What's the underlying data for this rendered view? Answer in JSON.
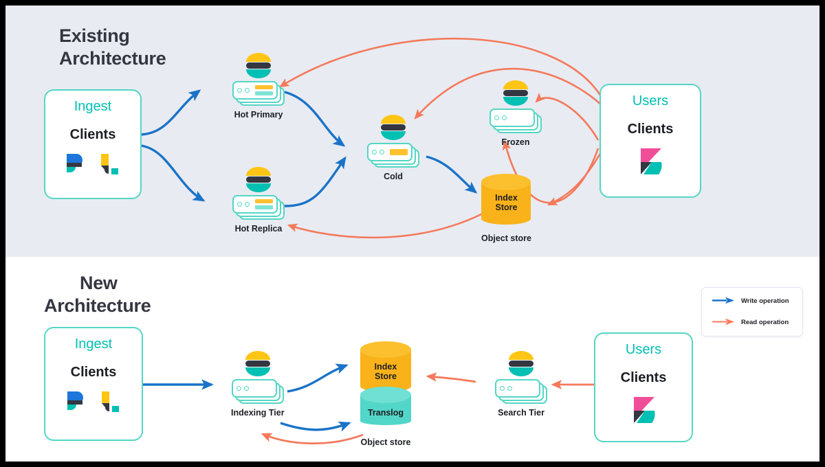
{
  "colors": {
    "panel_top_bg": "#e8ebf2",
    "panel_bottom_bg": "#ffffff",
    "outer_border": "#000000",
    "write_arrow": "#1a73c8",
    "read_arrow": "#f4795b",
    "teal_border": "#54d6c4",
    "teal_title": "#00bfb3",
    "index_store_fill": "#f9b219",
    "translog_fill": "#52d6c8",
    "es_yellow": "#fec514",
    "es_dark": "#343741",
    "es_teal": "#00bfb3",
    "text_dark": "#1d1e24"
  },
  "sections": {
    "existing": {
      "title_line1": "Existing",
      "title_line2": "Architecture"
    },
    "new": {
      "title_line1": "New",
      "title_line2": "Architecture"
    }
  },
  "existing": {
    "ingest_box": {
      "title": "Ingest",
      "subtitle": "Clients",
      "logos": [
        "beats-logo",
        "logstash-logo"
      ]
    },
    "users_box": {
      "title": "Users",
      "subtitle": "Clients",
      "logos": [
        "kibana-logo"
      ]
    },
    "nodes": [
      {
        "id": "hot-primary",
        "label": "Hot Primary",
        "bars": [
          "yellow",
          "teal"
        ]
      },
      {
        "id": "hot-replica",
        "label": "Hot Replica",
        "bars": [
          "yellow",
          "teal"
        ]
      },
      {
        "id": "cold",
        "label": "Cold",
        "bars": [
          "yellow"
        ]
      },
      {
        "id": "frozen",
        "label": "Frozen",
        "bars": []
      }
    ],
    "stores": [
      {
        "id": "index-store",
        "label_line1": "Index",
        "label_line2": "Store",
        "caption": "Object store",
        "fill": "#f9b219"
      }
    ]
  },
  "new": {
    "ingest_box": {
      "title": "Ingest",
      "subtitle": "Clients",
      "logos": [
        "beats-logo",
        "logstash-logo"
      ]
    },
    "users_box": {
      "title": "Users",
      "subtitle": "Clients",
      "logos": [
        "kibana-logo"
      ]
    },
    "nodes": [
      {
        "id": "indexing-tier",
        "label": "Indexing Tier",
        "bars": []
      },
      {
        "id": "search-tier",
        "label": "Search Tier",
        "bars": []
      }
    ],
    "stores": [
      {
        "id": "index-store",
        "label_line1": "Index",
        "label_line2": "Store",
        "fill": "#f9b219"
      },
      {
        "id": "translog",
        "label_line1": "Translog",
        "label_line2": "",
        "fill": "#52d6c8"
      }
    ],
    "store_caption": "Object store"
  },
  "legend": {
    "items": [
      {
        "icon": "arrow-right-icon",
        "label": "Write operation",
        "color": "#1a73c8"
      },
      {
        "icon": "arrow-right-icon",
        "label": "Read operation",
        "color": "#f4795b"
      }
    ]
  }
}
